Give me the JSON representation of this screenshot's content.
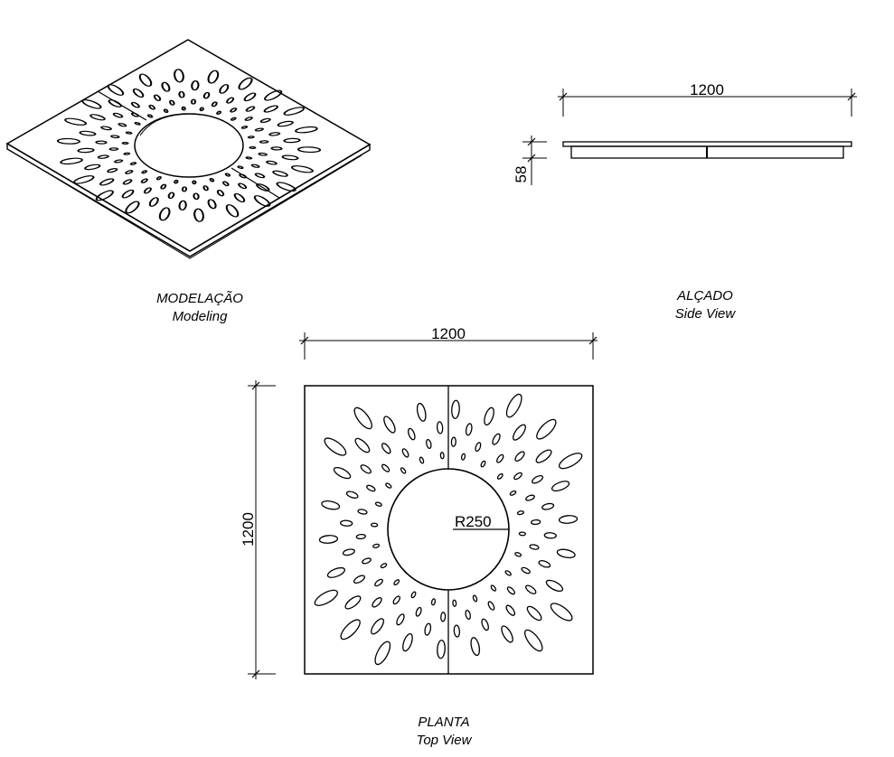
{
  "modeling": {
    "title": "MODELAÇÃO",
    "subtitle": "Modeling"
  },
  "side_view": {
    "title": "ALÇADO",
    "subtitle": "Side View",
    "width": "1200",
    "height": "58"
  },
  "top_view": {
    "title": "PLANTA",
    "subtitle": "Top View",
    "width": "1200",
    "height": "1200",
    "radius": "R250"
  }
}
